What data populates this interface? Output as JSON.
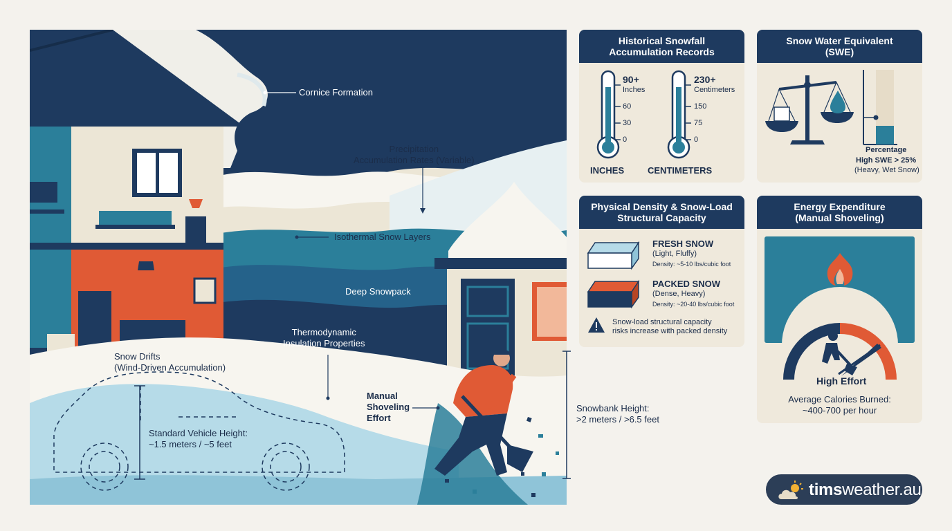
{
  "scene": {
    "cornice": "Cornice Formation",
    "precip": "Precipitation\nAccumulation Rates (Variable)",
    "isothermal": "Isothermal Snow Layers",
    "deep": "Deep Snowpack",
    "thermo": "Thermodynamic\nInsulation Properties",
    "drifts": "Snow Drifts\n(Wind-Driven Accumulation)",
    "vehicle": "Standard Vehicle Height:\n~1.5 meters / ~5 feet",
    "shoveling": "Manual\nShoveling\nEffort"
  },
  "snowbank": "Snowbank Height:\n>2 meters / >6.5 feet",
  "historical": {
    "title": "Historical Snowfall\nAccumulation Records",
    "inches": {
      "top_value": "90+",
      "top_unit": "Inches",
      "ticks": [
        "60",
        "30",
        "0"
      ],
      "label": "INCHES"
    },
    "cm": {
      "top_value": "230+",
      "top_unit": "Centimeters",
      "ticks": [
        "150",
        "75",
        "0"
      ],
      "label": "CENTIMETERS"
    }
  },
  "swe": {
    "title": "Snow Water Equivalent\n(SWE)",
    "percentage_label": "Percentage",
    "high_label": "High SWE > 25%",
    "high_desc": "(Heavy, Wet Snow)",
    "level_percent": 25
  },
  "density": {
    "title": "Physical Density & Snow-Load\nStructural Capacity",
    "fresh": {
      "name": "FRESH SNOW",
      "desc": "(Light, Fluffy)",
      "density": "Density: ~5-10 lbs/cubic foot"
    },
    "packed": {
      "name": "PACKED SNOW",
      "desc": "(Dense, Heavy)",
      "density": "Density: ~20-40 lbs/cubic foot"
    },
    "warning": "Snow-load structural capacity\nrisks increase with packed density"
  },
  "energy": {
    "title": "Energy Expenditure\n(Manual Shoveling)",
    "effort_label": "High Effort",
    "calories": "Average Calories Burned:\n~400-700 per hour"
  },
  "brand": {
    "bold": "tims",
    "rest": "weather.au"
  },
  "colors": {
    "navy": "#1e3a5f",
    "teal": "#2b7f9a",
    "orange": "#e05a35",
    "cream": "#efe9dc",
    "ice": "#b6dbe8"
  },
  "icons": [
    "thermometer-icon",
    "balance-scale-icon",
    "water-drop-icon",
    "warning-icon",
    "flame-icon",
    "shoveler-icon",
    "sun-cloud-icon"
  ]
}
